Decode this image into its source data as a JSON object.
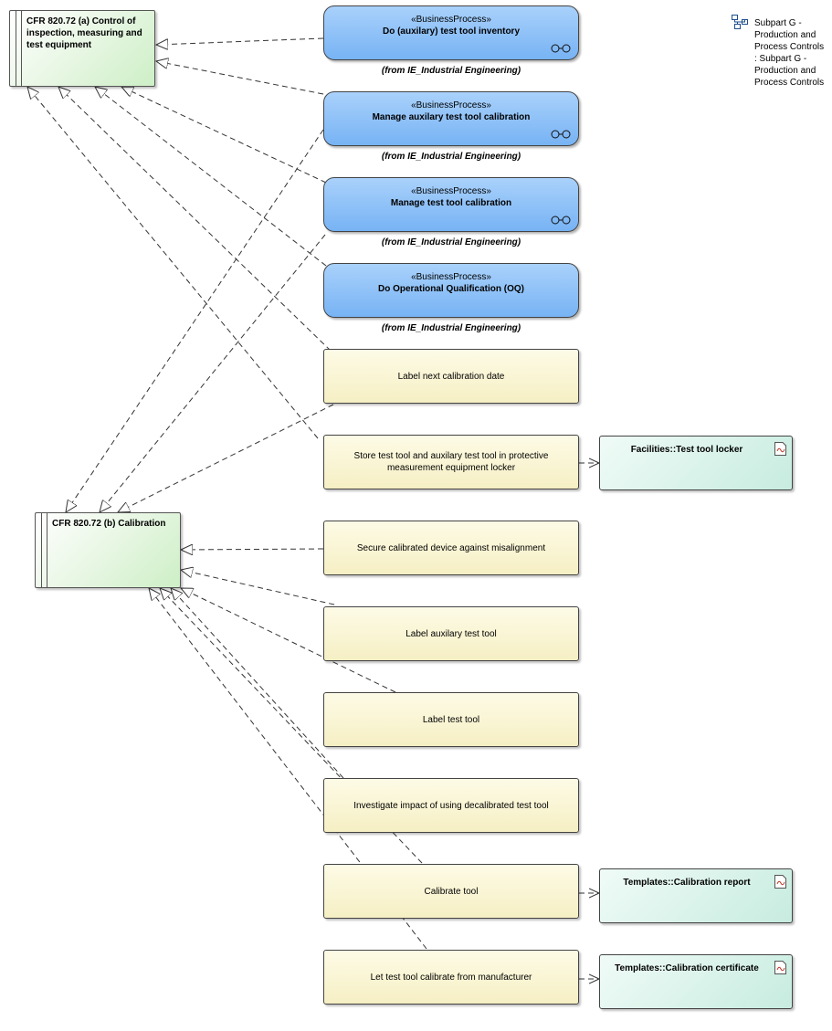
{
  "requirements": [
    {
      "id": "req-a",
      "title": "CFR 820.72 (a) Control of inspection, measuring and test equipment"
    },
    {
      "id": "req-b",
      "title": "CFR 820.72 (b) Calibration"
    }
  ],
  "business_processes": [
    {
      "stereotype": "«BusinessProcess»",
      "name": "Do (auxilary) test tool inventory",
      "from": "(from IE_Industrial Engineering)",
      "has_link_icon": true
    },
    {
      "stereotype": "«BusinessProcess»",
      "name": "Manage auxilary test tool calibration",
      "from": "(from IE_Industrial Engineering)",
      "has_link_icon": true
    },
    {
      "stereotype": "«BusinessProcess»",
      "name": "Manage test tool calibration",
      "from": "(from IE_Industrial Engineering)",
      "has_link_icon": true
    },
    {
      "stereotype": "«BusinessProcess»",
      "name": "Do Operational Qualification (OQ)",
      "from": "(from IE_Industrial Engineering)",
      "has_link_icon": false
    }
  ],
  "activities": [
    "Label next calibration date",
    "Store test tool and auxilary test tool in protective measurement equipment locker",
    "Secure calibrated device against misalignment",
    "Label auxilary test tool",
    "Label test tool",
    "Investigate impact of using decalibrated test tool",
    "Calibrate tool",
    "Let test tool calibrate from manufacturer"
  ],
  "artifacts": [
    {
      "name": "Facilities::Test tool locker",
      "icon": "document-icon"
    },
    {
      "name": "Templates::Calibration report",
      "icon": "document-icon"
    },
    {
      "name": "Templates::Calibration certificate",
      "icon": "document-icon"
    }
  ],
  "package": {
    "icon": "package-diagram-icon",
    "label": "Subpart G - Production and Process Controls : Subpart G - Production and Process Controls"
  },
  "colors": {
    "business_process_fill": "#8cc1f8",
    "activity_fill": "#f8f2cc",
    "requirement_fill": "#dff3da",
    "artifact_fill": "#d6f1e7",
    "connector": "#333333"
  }
}
